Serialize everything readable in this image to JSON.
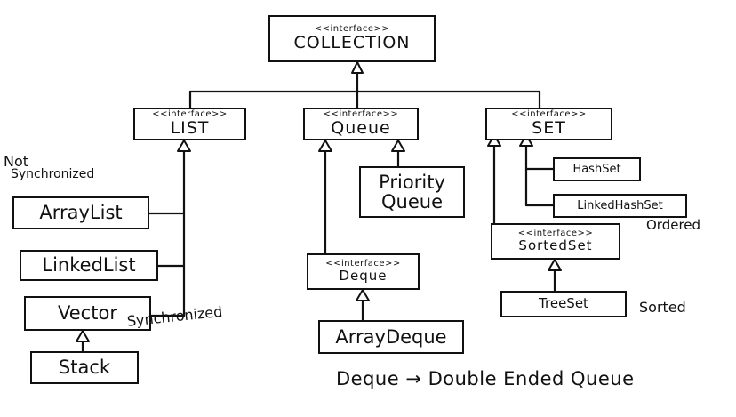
{
  "interfaces": {
    "collection": {
      "stereotype": "<<interface>>",
      "name": "COLLECTION"
    },
    "list": {
      "stereotype": "<<interface>>",
      "name": "LIST"
    },
    "queue": {
      "stereotype": "<<interface>>",
      "name": "Queue"
    },
    "set": {
      "stereotype": "<<interface>>",
      "name": "SET"
    },
    "deque": {
      "stereotype": "<<interface>>",
      "name": "Deque"
    },
    "sortedset": {
      "stereotype": "<<interface>>",
      "name": "SortedSet"
    }
  },
  "classes": {
    "arraylist": "ArrayList",
    "linkedlist": "LinkedList",
    "vector": "Vector",
    "stack": "Stack",
    "priorityqueue_line1": "Priority",
    "priorityqueue_line2": "Queue",
    "arraydeque": "ArrayDeque",
    "hashset": "HashSet",
    "linkedhashset": "LinkedHashSet",
    "treeset": "TreeSet"
  },
  "notes": {
    "not_line1": "Not",
    "not_line2": "Synchronized",
    "synchronized": "Synchronized",
    "ordered": "Ordered",
    "sorted": "Sorted",
    "footer": "Deque → Double Ended Queue"
  }
}
